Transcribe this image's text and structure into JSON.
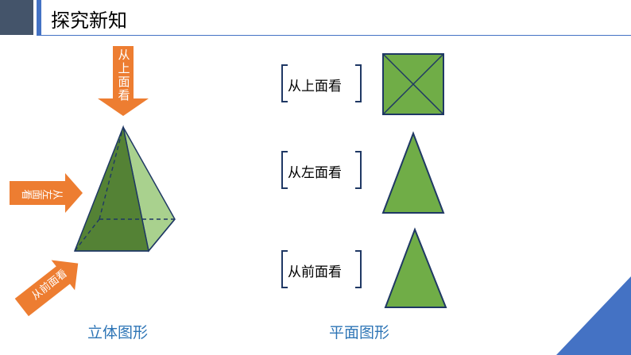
{
  "header": {
    "title": "探究新知"
  },
  "left": {
    "arrow_top": "从上面看",
    "arrow_left": "从左面看",
    "arrow_front": "从前面看",
    "caption": "立体图形"
  },
  "right": {
    "views": [
      {
        "label": "从上面看"
      },
      {
        "label": "从左面看"
      },
      {
        "label": "从前面看"
      }
    ],
    "caption": "平面图形"
  },
  "colors": {
    "arrow": "#ed7d31",
    "green": "#70ad47",
    "dark_green": "#548235",
    "light_green": "#a9d18e",
    "navy": "#1f3864",
    "blue": "#4472c4",
    "caption": "#2e75b6"
  }
}
